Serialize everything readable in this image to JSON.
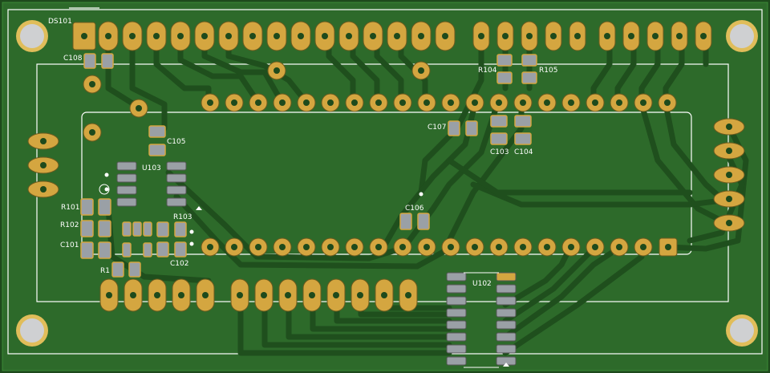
{
  "labels": {
    "ds101": "DS101",
    "c108": "C108",
    "r104": "R104",
    "r105": "R105",
    "c107": "C107",
    "c105": "C105",
    "c103": "C103",
    "c104": "C104",
    "u103": "U103",
    "r101": "R101",
    "r102": "R102",
    "r103": "R103",
    "c101": "C101",
    "c102": "C102",
    "c106": "C106",
    "r1": "R1",
    "u102": "U102"
  },
  "colors": {
    "board": "#2d6a2a",
    "trace": "#1f4f1d",
    "pad": "#d4a640",
    "silk": "#ffffff",
    "smd": "#9aa0a6"
  }
}
